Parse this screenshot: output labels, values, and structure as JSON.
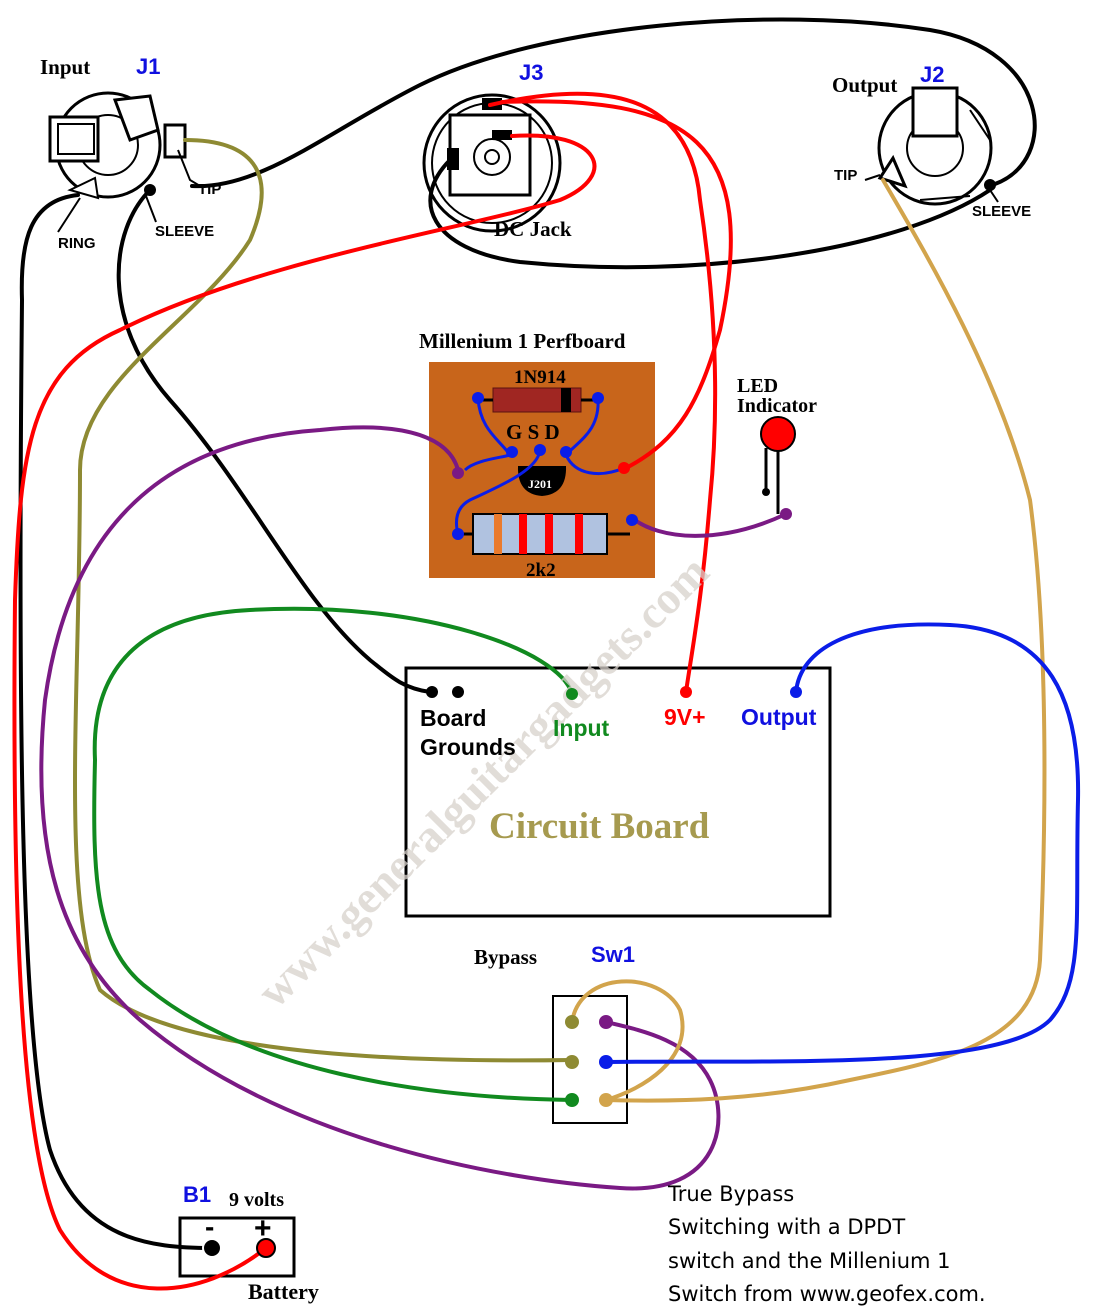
{
  "jacks": {
    "j1": {
      "id": "J1",
      "title": "Input",
      "tip": "TIP",
      "sleeve": "SLEEVE",
      "ring": "RING"
    },
    "j2": {
      "id": "J2",
      "title": "Output",
      "tip": "TIP",
      "sleeve": "SLEEVE"
    },
    "j3": {
      "id": "J3",
      "title": "DC Jack"
    }
  },
  "perfboard": {
    "title": "Millenium 1 Perfboard",
    "diode": "1N914",
    "pins": "G S D",
    "transistor": "J201",
    "resistor": "2k2"
  },
  "led": {
    "line1": "LED",
    "line2": "Indicator"
  },
  "circuit_board": {
    "title": "Circuit Board",
    "grounds_line1": "Board",
    "grounds_line2": "Grounds",
    "input": "Input",
    "power": "9V+",
    "output": "Output"
  },
  "switch": {
    "id": "Sw1",
    "label": "Bypass"
  },
  "battery": {
    "id": "B1",
    "voltage": "9 volts",
    "label": "Battery",
    "minus": "-",
    "plus": "+"
  },
  "watermark": "www.generalguitargadgets.com",
  "note": [
    "True Bypass",
    "Switching with a DPDT",
    "switch and the Millenium 1",
    "Switch from www.geofex.com."
  ],
  "colors": {
    "black": "#000000",
    "red": "#ff0000",
    "olive": "#8e8a33",
    "green": "#118a1f",
    "purple": "#7a1a84",
    "blue": "#0a1de8",
    "tan": "#d2a44c",
    "board_brown": "#c8651b",
    "label_blue": "#1010e0",
    "board_text": "#a69a4f"
  }
}
